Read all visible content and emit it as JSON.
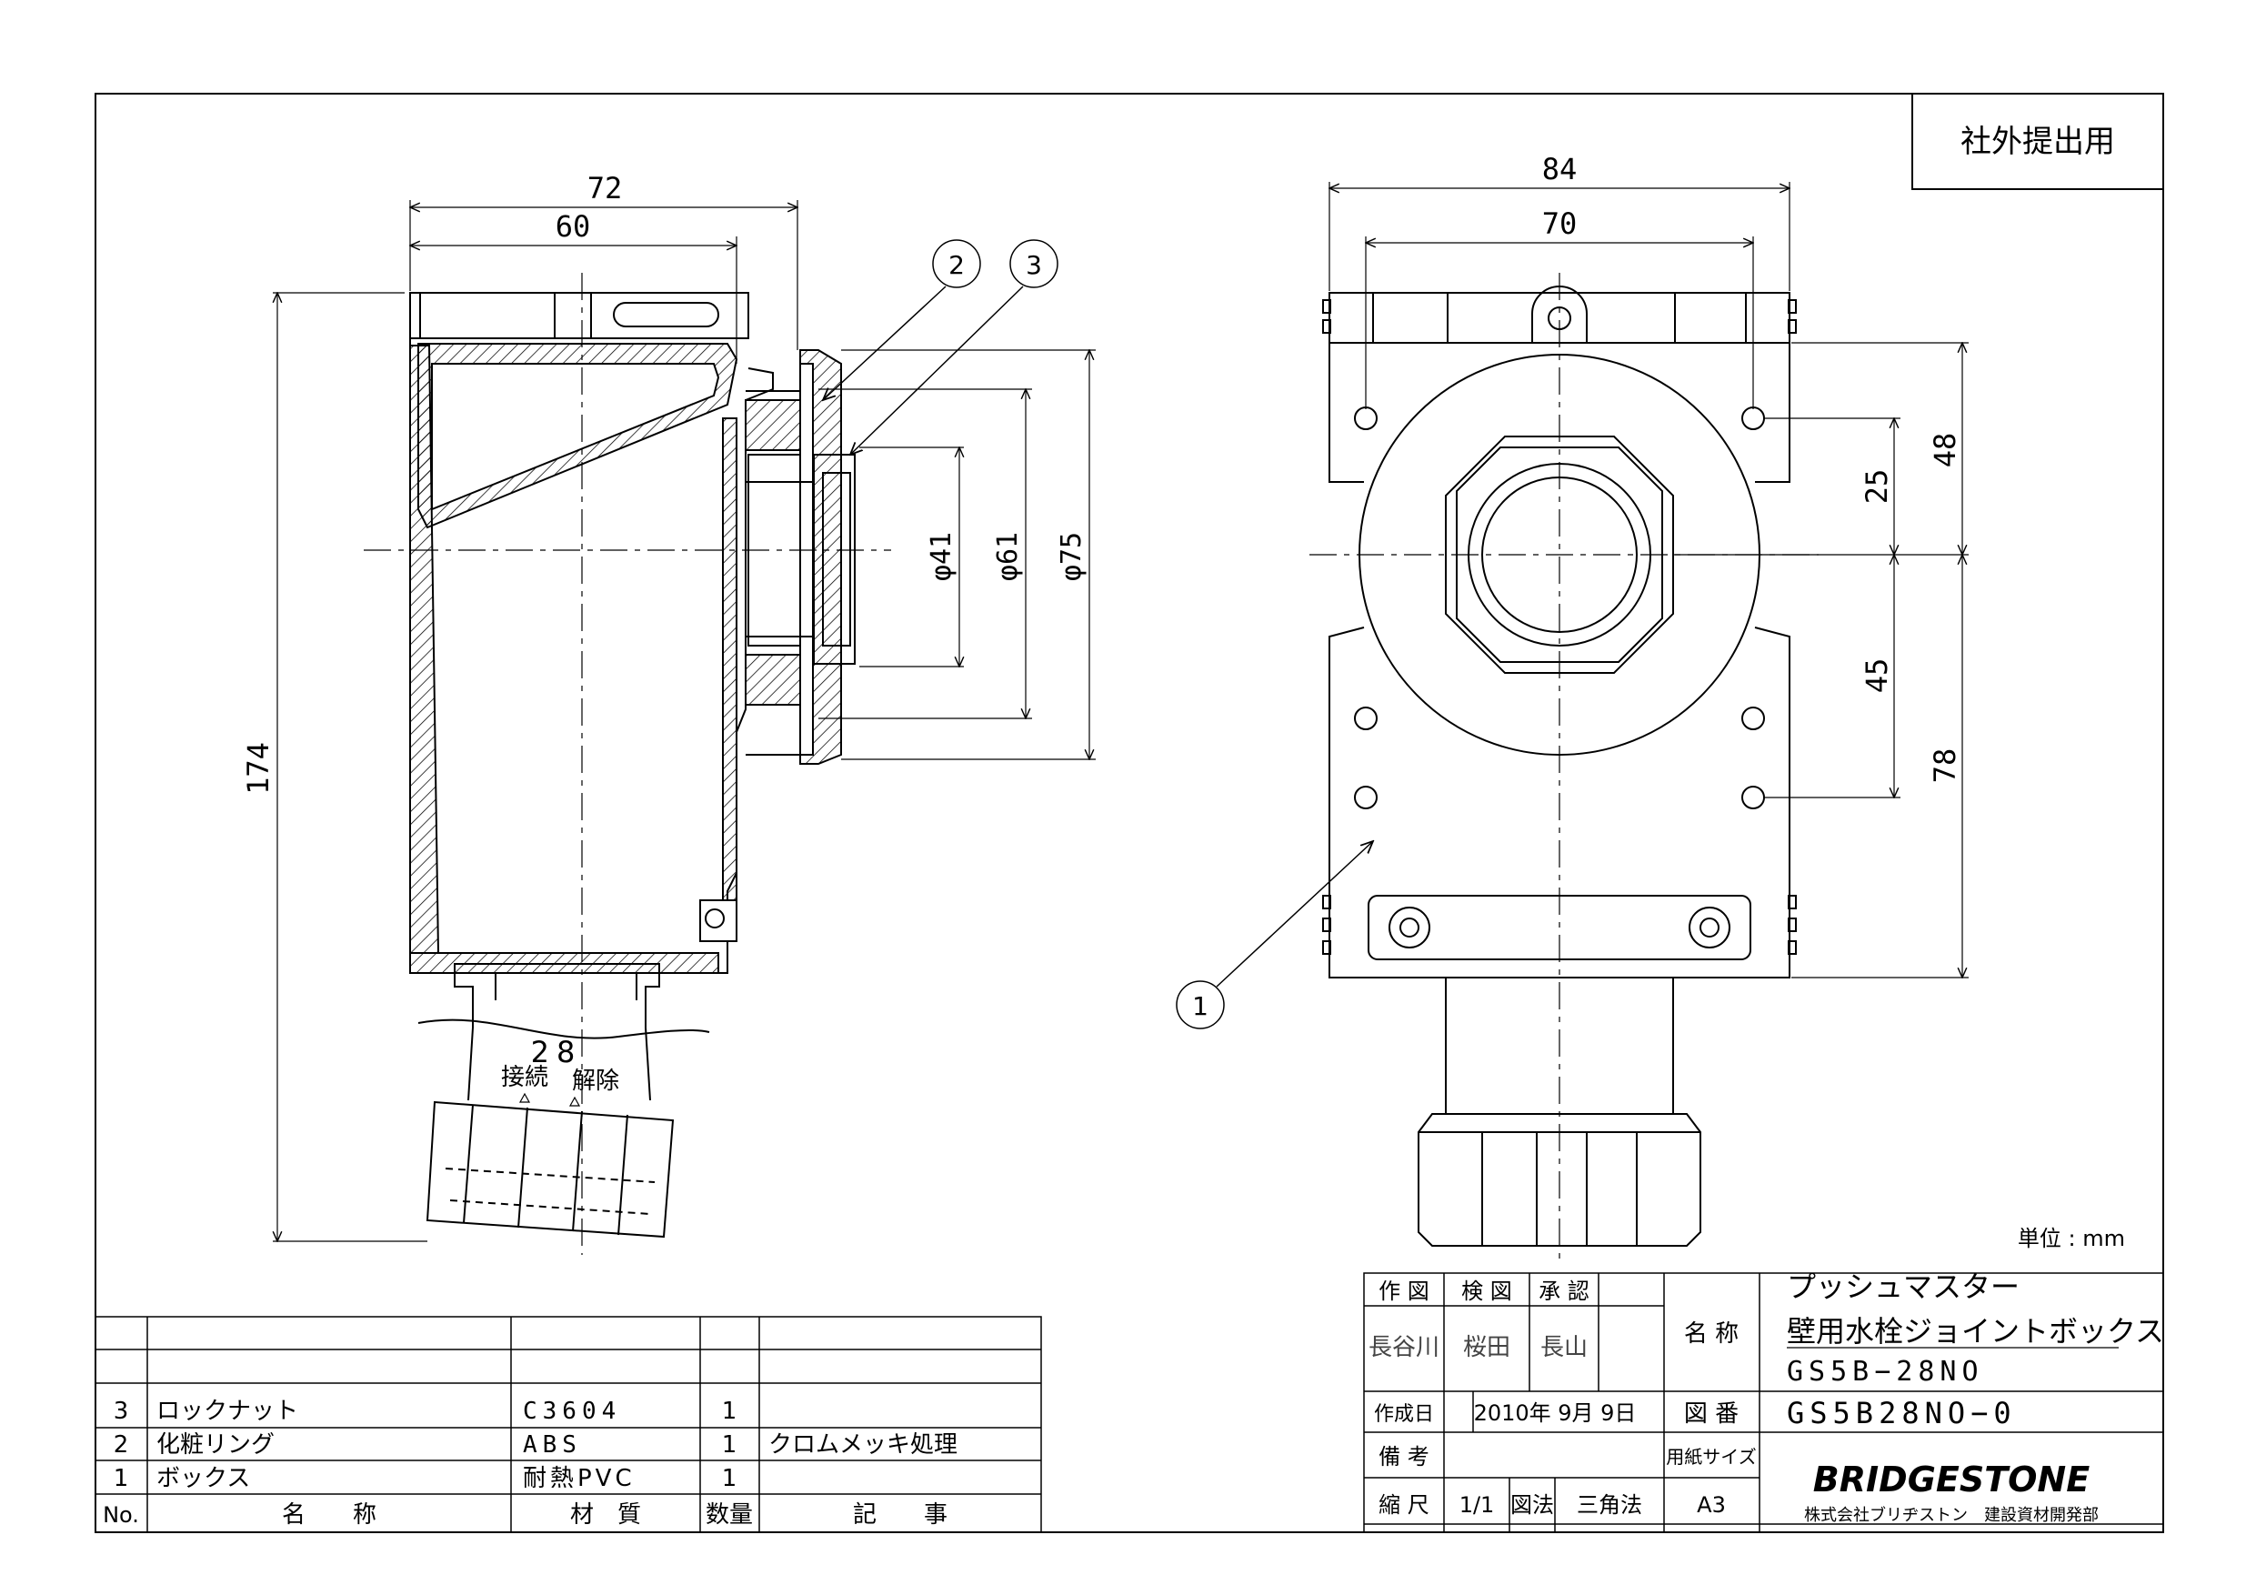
{
  "stamp": "社外提出用",
  "units": "単位 : mm",
  "dimensions": {
    "side": {
      "overall_width": "72",
      "inner_width": "60",
      "height": "174",
      "d1": "φ41",
      "d2": "φ61",
      "d3": "φ75"
    },
    "front": {
      "overall_width": "84",
      "inner_width": "70",
      "upper": "48",
      "upper_inner": "25",
      "lower_inner": "45",
      "lower": "78"
    }
  },
  "callouts": [
    "1",
    "2",
    "3"
  ],
  "connector": {
    "size": "28",
    "connect": "接続",
    "release": "解除"
  },
  "parts_table": {
    "headers": {
      "no": "No.",
      "name": "名　　称",
      "material": "材　質",
      "qty": "数量",
      "remarks": "記　　事"
    },
    "rows": [
      {
        "no": "3",
        "name": "ロックナット",
        "material": "C3604",
        "qty": "1",
        "remarks": ""
      },
      {
        "no": "2",
        "name": "化粧リング",
        "material": "ABS",
        "qty": "1",
        "remarks": "クロムメッキ処理"
      },
      {
        "no": "1",
        "name": "ボックス",
        "material": "耐熱PVC",
        "qty": "1",
        "remarks": ""
      }
    ]
  },
  "title_block": {
    "drawn_label": "作 図",
    "checked_label": "検 図",
    "approved_label": "承 認",
    "drawn_by": "長谷川",
    "checked_by": "桜田",
    "approved_by": "長山",
    "name_label": "名 称",
    "product_line1": "プッシュマスター",
    "product_line2": "壁用水栓ジョイントボックス",
    "product_code": "GS5B−28NO",
    "date_label": "作成日",
    "date": "2010年 9月 9日",
    "drawing_no_label": "図 番",
    "drawing_no": "GS5B28NO−0",
    "notes_label": "備 考",
    "paper_label": "用紙サイズ",
    "scale_label": "縮 尺",
    "scale": "1/1",
    "projection_label": "図法",
    "projection": "三角法",
    "paper_size": "A3",
    "brand": "BRIDGESTONE",
    "company": "株式会社ブリヂストン　建設資材開発部"
  }
}
